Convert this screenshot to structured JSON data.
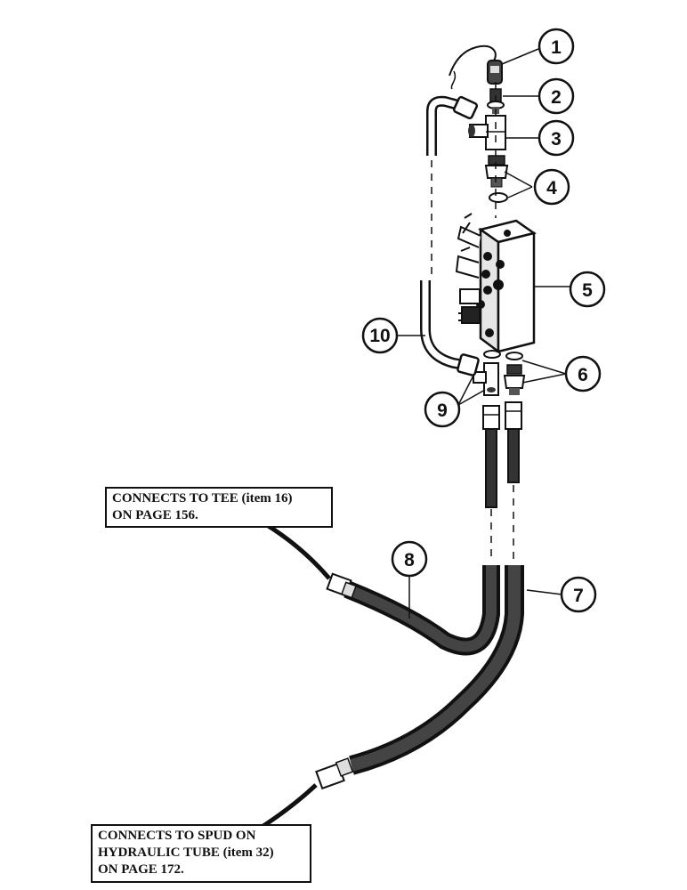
{
  "callouts": [
    "1",
    "2",
    "3",
    "4",
    "5",
    "6",
    "7",
    "8",
    "9",
    "10"
  ],
  "notes": {
    "tee": {
      "line1": "CONNECTS TO TEE (item 16)",
      "line2": "ON PAGE 156."
    },
    "spud": {
      "line1": "CONNECTS TO SPUD ON",
      "line2": "HYDRAULIC TUBE (item 32)",
      "line3": "ON PAGE 172."
    }
  }
}
